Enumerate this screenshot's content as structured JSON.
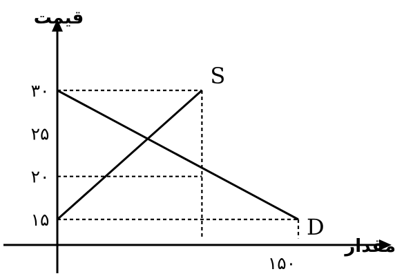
{
  "chart_data": {
    "type": "line",
    "xlabel": "مقدار",
    "ylabel": "قیمت",
    "xlim": [
      0,
      190
    ],
    "ylim": [
      11,
      37
    ],
    "y_ticks": [
      {
        "value": 15,
        "label": "۱۵"
      },
      {
        "value": 20,
        "label": "۲۰"
      },
      {
        "value": 25,
        "label": "۲۵"
      },
      {
        "value": 30,
        "label": "۳۰"
      }
    ],
    "x_ticks": [
      {
        "value": 150,
        "label": "۱۵۰"
      }
    ],
    "series": [
      {
        "name": "S",
        "points": [
          [
            0,
            15
          ],
          [
            90,
            30
          ]
        ]
      },
      {
        "name": "D",
        "points": [
          [
            0,
            30
          ],
          [
            150,
            15
          ]
        ]
      }
    ],
    "guides": [
      {
        "from": [
          0,
          30
        ],
        "to": [
          90,
          30
        ]
      },
      {
        "from": [
          90,
          30
        ],
        "to": [
          90,
          12.8
        ]
      },
      {
        "from": [
          0,
          20
        ],
        "to": [
          90,
          20
        ]
      },
      {
        "from": [
          0,
          15
        ],
        "to": [
          150,
          15
        ]
      },
      {
        "from": [
          150,
          15
        ],
        "to": [
          150,
          12.8
        ]
      }
    ],
    "grid": false,
    "line_color": "#000000"
  }
}
